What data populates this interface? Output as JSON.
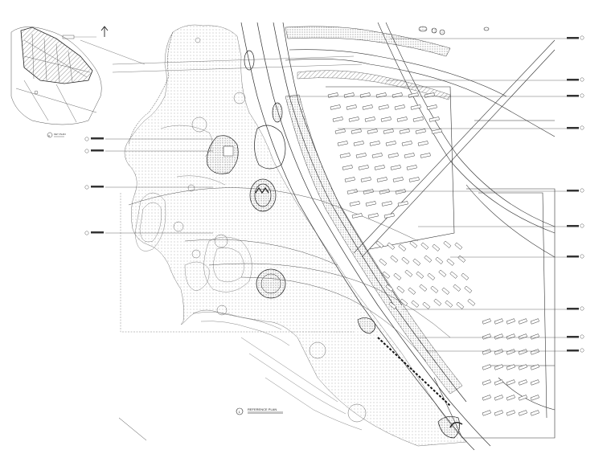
{
  "drawing": {
    "north_arrow_icon": "north-arrow-icon",
    "key_plan_label": "KEY PLAN",
    "reference_plan_label": "REFERENCE PLAN",
    "reference_plan_tag": "1",
    "key_plan_tag": "A",
    "colors": {
      "line": "#333333",
      "hatch": "#888888",
      "accent": "#222222"
    }
  }
}
